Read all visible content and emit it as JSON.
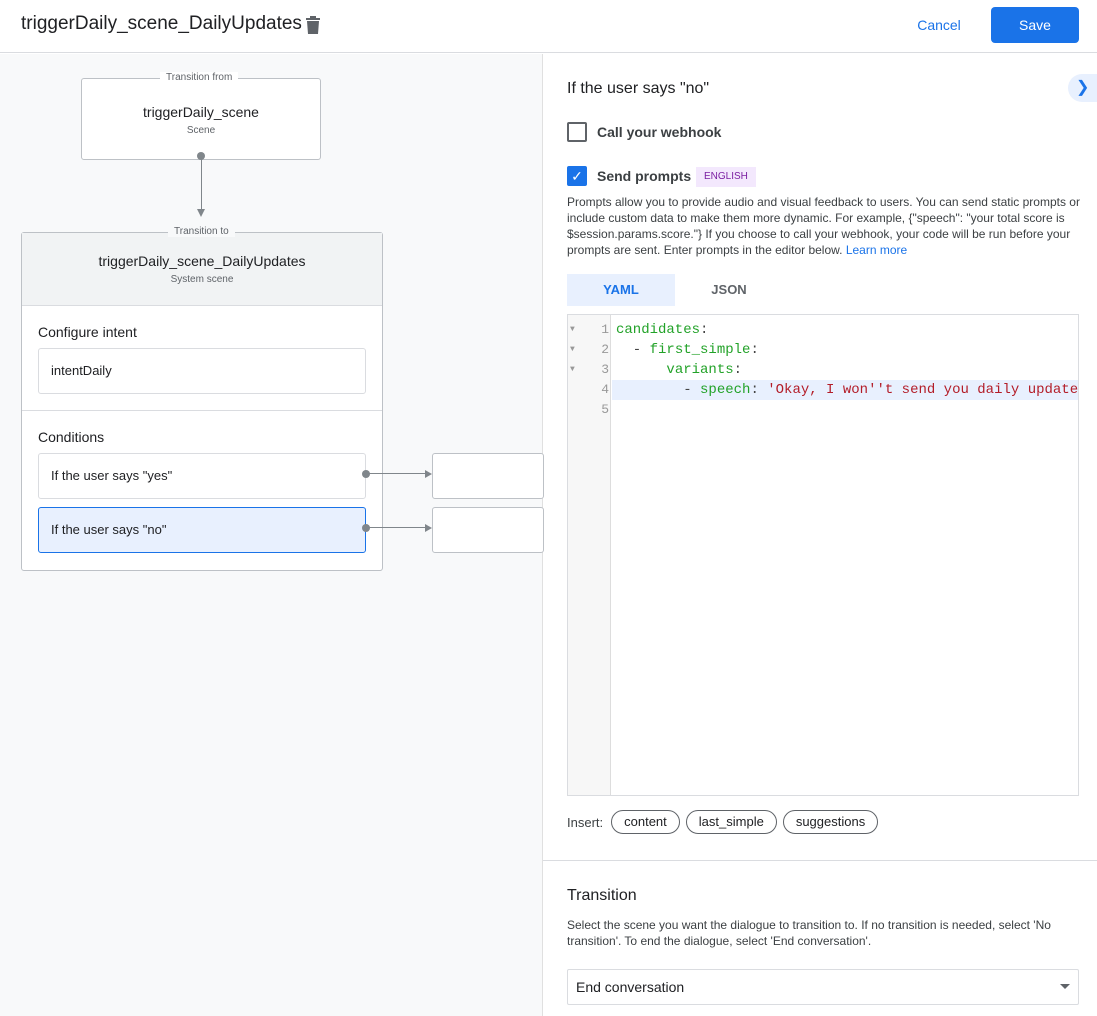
{
  "header": {
    "title": "triggerDaily_scene_DailyUpdates",
    "cancel": "Cancel",
    "save": "Save"
  },
  "canvas": {
    "from": {
      "label": "Transition from",
      "name": "triggerDaily_scene",
      "type": "Scene"
    },
    "to": {
      "label": "Transition to",
      "name": "triggerDaily_scene_DailyUpdates",
      "type": "System scene"
    },
    "intent": {
      "heading": "Configure intent",
      "value": "intentDaily"
    },
    "conditions": {
      "heading": "Conditions",
      "items": [
        "If the user says \"yes\"",
        "If the user says \"no\""
      ]
    }
  },
  "panel": {
    "title": "If the user says \"no\"",
    "webhook": {
      "label": "Call your webhook",
      "checked": false
    },
    "prompts": {
      "label": "Send prompts",
      "checked": true,
      "badge": "ENGLISH",
      "description": "Prompts allow you to provide audio and visual feedback to users. You can send static prompts or include custom data to make them more dynamic. For example, {\"speech\": \"your total score is $session.params.score.\"} If you choose to call your webhook, your code will be run before your prompts are sent. Enter prompts in the editor below.",
      "learn_more": "Learn more"
    },
    "tabs": [
      "YAML",
      "JSON"
    ],
    "active_tab": "YAML",
    "code": {
      "line_numbers": [
        "1",
        "2",
        "3",
        "4",
        "5"
      ]
    },
    "insert": {
      "label": "Insert:",
      "chips": [
        "content",
        "last_simple",
        "suggestions"
      ]
    },
    "transition": {
      "heading": "Transition",
      "description": "Select the scene you want the dialogue to transition to. If no transition is needed, select 'No transition'. To end the dialogue, select 'End conversation'.",
      "selected": "End conversation"
    }
  },
  "colors": {
    "accent": "#1a73e8",
    "key": "#22a228",
    "string": "#b31d28",
    "badge_bg": "#f3e8fd",
    "badge_fg": "#7b1fa2"
  }
}
